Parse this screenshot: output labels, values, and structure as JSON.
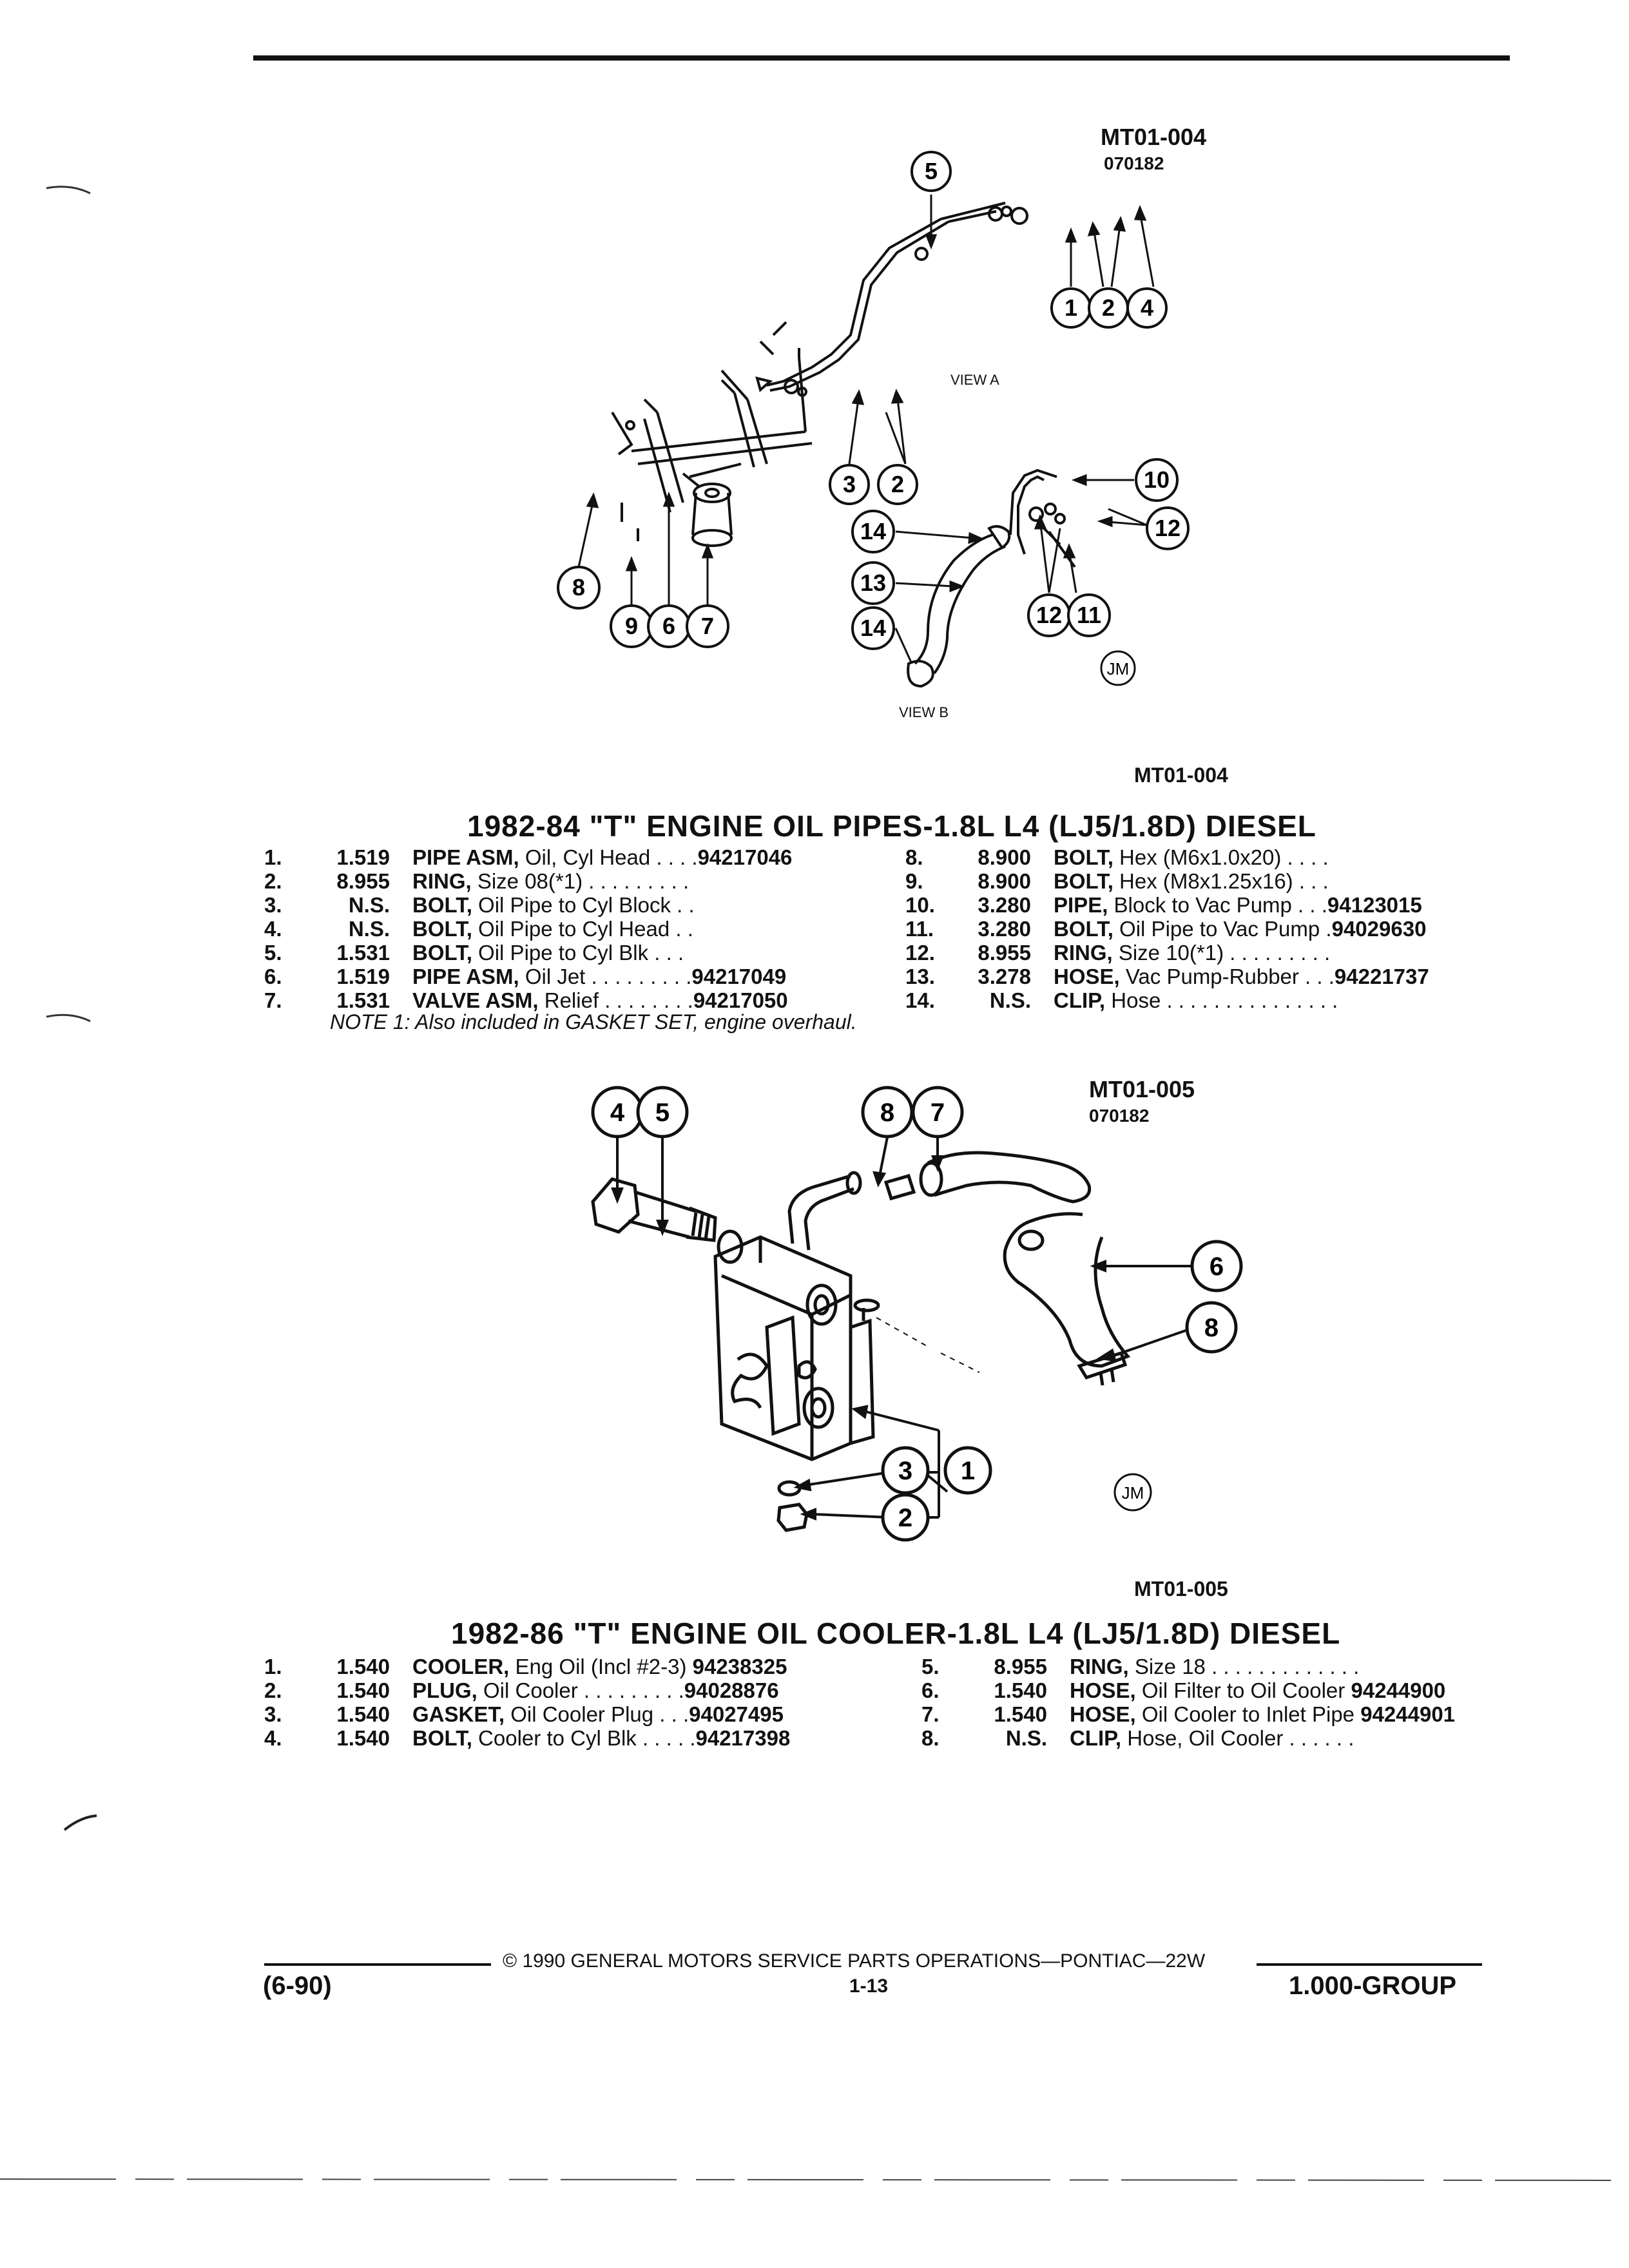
{
  "figure1": {
    "code": "MT01-004",
    "date": "070182",
    "view_a": "VIEW A",
    "view_b": "VIEW B",
    "jm": "JM",
    "caption": "MT01-004",
    "callouts": [
      "5",
      "1",
      "2",
      "4",
      "3",
      "2",
      "10",
      "12",
      "14",
      "13",
      "14",
      "12",
      "11",
      "8",
      "9",
      "6",
      "7"
    ]
  },
  "section1": {
    "title": "1982-84 \"T\" ENGINE OIL PIPES-1.8L L4 (LJ5/1.8D) DIESEL",
    "left": [
      {
        "no": "1.",
        "grp": "1.519",
        "name": "PIPE ASM,",
        "desc": " Oil, Cyl Head . . . .",
        "pn": "94217046"
      },
      {
        "no": "2.",
        "grp": "8.955",
        "name": "RING,",
        "desc": " Size 08(*1) . . . . . . . . .",
        "pn": ""
      },
      {
        "no": "3.",
        "grp": "N.S.",
        "name": "BOLT,",
        "desc": " Oil Pipe to Cyl Block . .",
        "pn": ""
      },
      {
        "no": "4.",
        "grp": "N.S.",
        "name": "BOLT,",
        "desc": " Oil Pipe to Cyl Head . .",
        "pn": ""
      },
      {
        "no": "5.",
        "grp": "1.531",
        "name": "BOLT,",
        "desc": " Oil Pipe to Cyl Blk . . .",
        "pn": ""
      },
      {
        "no": "6.",
        "grp": "1.519",
        "name": "PIPE ASM,",
        "desc": " Oil Jet . . . . . . . . .",
        "pn": "94217049"
      },
      {
        "no": "7.",
        "grp": "1.531",
        "name": "VALVE ASM,",
        "desc": " Relief . . . . . . . .",
        "pn": "94217050"
      }
    ],
    "right": [
      {
        "no": "8.",
        "grp": "8.900",
        "name": "BOLT,",
        "desc": " Hex (M6x1.0x20) . . . .",
        "pn": ""
      },
      {
        "no": "9.",
        "grp": "8.900",
        "name": "BOLT,",
        "desc": " Hex (M8x1.25x16) . . .",
        "pn": ""
      },
      {
        "no": "10.",
        "grp": "3.280",
        "name": "PIPE,",
        "desc": " Block to Vac Pump . . .",
        "pn": "94123015"
      },
      {
        "no": "11.",
        "grp": "3.280",
        "name": "BOLT,",
        "desc": " Oil Pipe to Vac Pump .",
        "pn": "94029630"
      },
      {
        "no": "12.",
        "grp": "8.955",
        "name": "RING,",
        "desc": " Size 10(*1) . . . . . . . . .",
        "pn": ""
      },
      {
        "no": "13.",
        "grp": "3.278",
        "name": "HOSE,",
        "desc": " Vac Pump-Rubber . . .",
        "pn": "94221737"
      },
      {
        "no": "14.",
        "grp": "N.S.",
        "name": "CLIP,",
        "desc": " Hose . . . . . . . . . . . . . . .",
        "pn": ""
      }
    ],
    "note": "NOTE 1: Also included in GASKET SET, engine overhaul."
  },
  "figure2": {
    "code": "MT01-005",
    "date": "070182",
    "jm": "JM",
    "caption": "MT01-005",
    "callouts": [
      "4",
      "5",
      "8",
      "7",
      "6",
      "8",
      "3",
      "1",
      "2"
    ]
  },
  "section2": {
    "title": "1982-86 \"T\" ENGINE OIL COOLER-1.8L L4 (LJ5/1.8D) DIESEL",
    "left": [
      {
        "no": "1.",
        "grp": "1.540",
        "name": "COOLER,",
        "desc": " Eng Oil (Incl #2-3) ",
        "pn": "94238325"
      },
      {
        "no": "2.",
        "grp": "1.540",
        "name": "PLUG,",
        "desc": " Oil Cooler . . . . . . . . .",
        "pn": "94028876"
      },
      {
        "no": "3.",
        "grp": "1.540",
        "name": "GASKET,",
        "desc": " Oil Cooler Plug . . .",
        "pn": "94027495"
      },
      {
        "no": "4.",
        "grp": "1.540",
        "name": "BOLT,",
        "desc": " Cooler to Cyl Blk . . . . .",
        "pn": "94217398"
      }
    ],
    "right": [
      {
        "no": "5.",
        "grp": "8.955",
        "name": "RING,",
        "desc": " Size 18 . . . . . . . . . . . . .",
        "pn": ""
      },
      {
        "no": "6.",
        "grp": "1.540",
        "name": "HOSE,",
        "desc": " Oil Filter to Oil Cooler ",
        "pn": "94244900"
      },
      {
        "no": "7.",
        "grp": "1.540",
        "name": "HOSE,",
        "desc": " Oil Cooler to Inlet Pipe ",
        "pn": "94244901"
      },
      {
        "no": "8.",
        "grp": "N.S.",
        "name": "CLIP,",
        "desc": " Hose, Oil Cooler . . . . . .",
        "pn": ""
      }
    ]
  },
  "footer": {
    "copyright": "© 1990 GENERAL MOTORS SERVICE PARTS OPERATIONS—PONTIAC—22W",
    "date": "(6-90)",
    "page": "1-13",
    "group": "1.000-GROUP"
  }
}
